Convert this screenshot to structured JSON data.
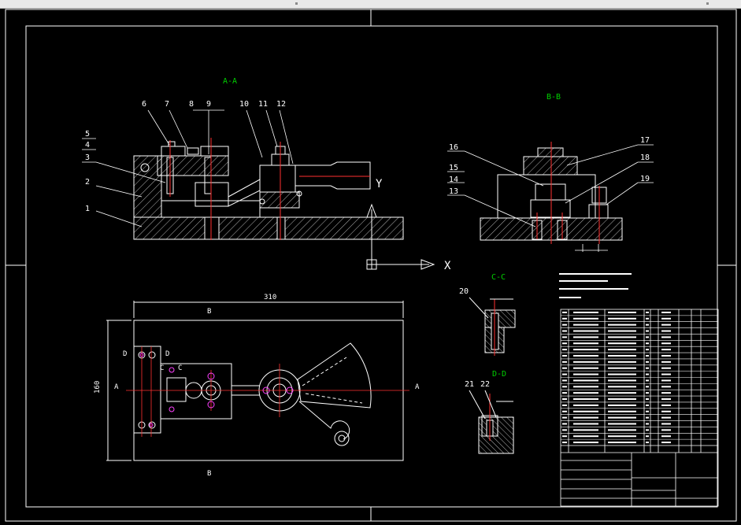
{
  "titles": {
    "section_aa": "A-A",
    "section_bb": "B-B",
    "section_cc": "C-C",
    "section_dd": "D-D"
  },
  "callouts": [
    "1",
    "2",
    "3",
    "4",
    "5",
    "6",
    "7",
    "8",
    "9",
    "10",
    "11",
    "12",
    "13",
    "14",
    "15",
    "16",
    "17",
    "18",
    "19",
    "20",
    "21",
    "22"
  ],
  "dimensions": {
    "width": "310",
    "height": "160"
  },
  "plan_labels": {
    "a_left": "A",
    "a_right": "A",
    "b_top": "B",
    "b_bottom": "B",
    "c_left": "C",
    "c_right": "C",
    "d_left": "D",
    "d_right": "D"
  },
  "ucs": {
    "x": "X",
    "y": "Y"
  },
  "colors": {
    "background": "#000000",
    "line": "#ffffff",
    "section_title": "#00d000",
    "centerline": "#ff3030",
    "hidden": "#ff40ff",
    "hatch": "#ffffff"
  }
}
